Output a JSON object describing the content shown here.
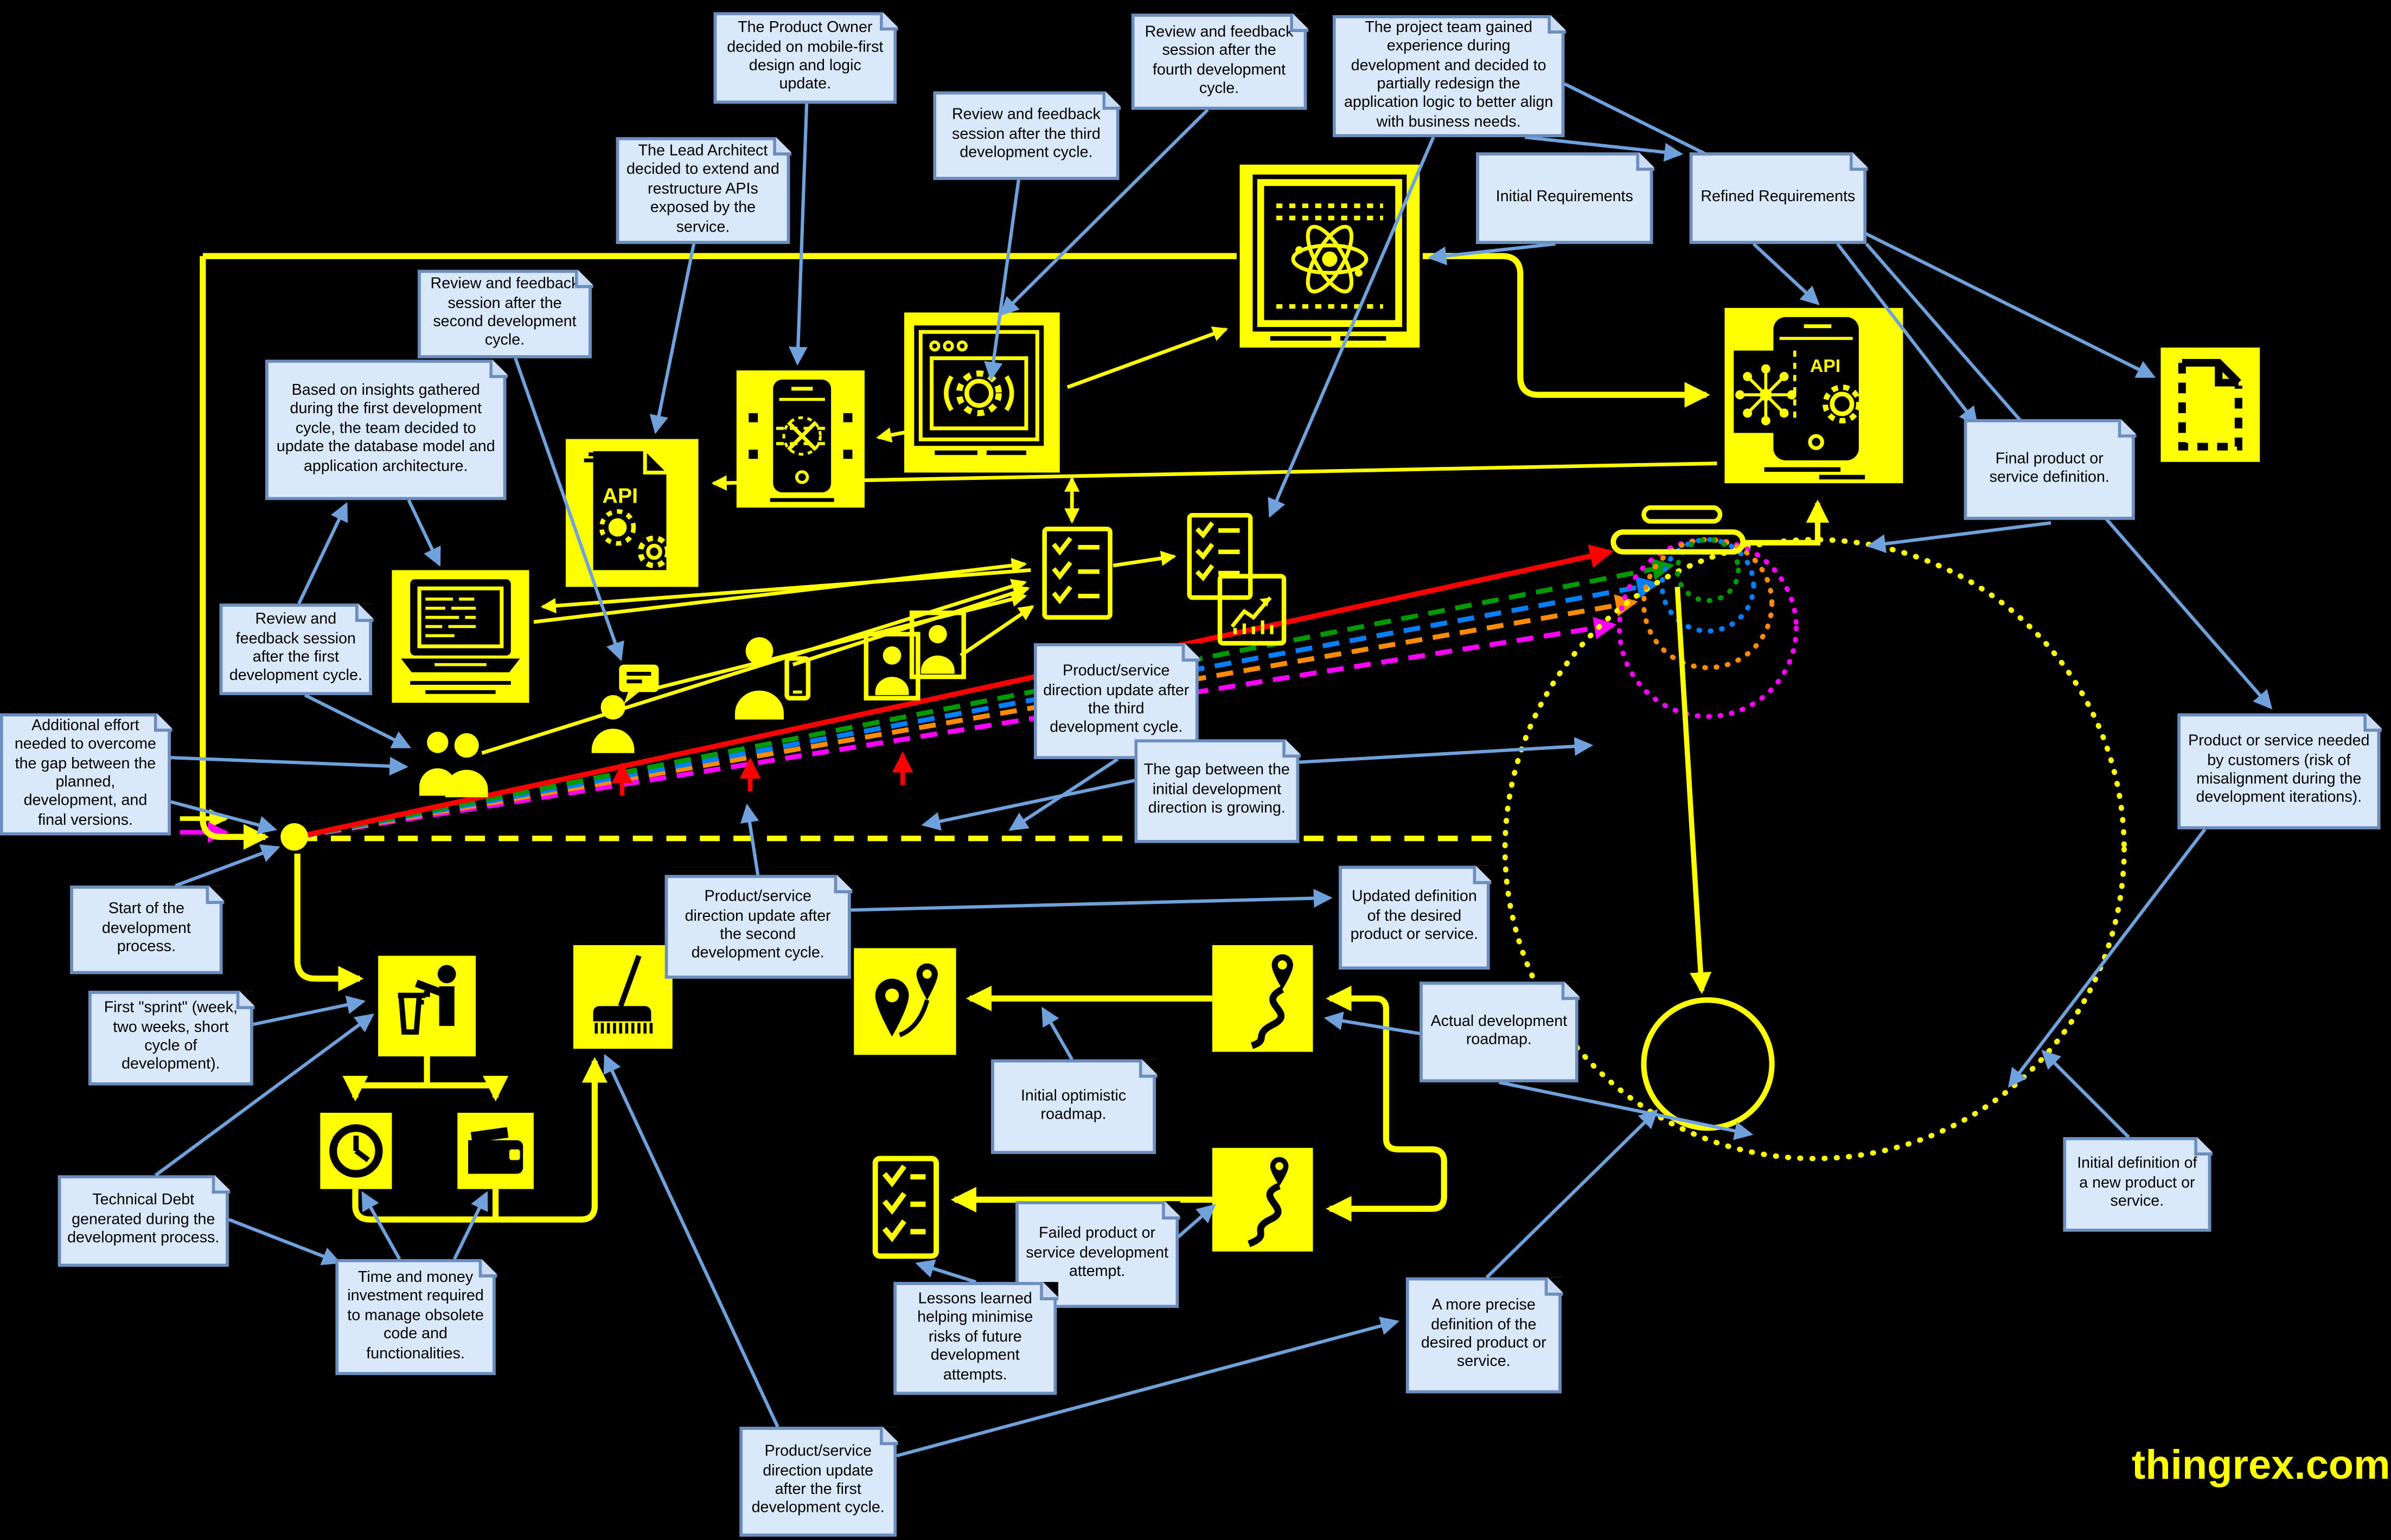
{
  "brand": "thingrex.com",
  "api_label": "API",
  "colors": {
    "background": "#000000",
    "accent_yellow": "#FFFF00",
    "note_fill": "#DAE8FC",
    "note_border": "#6C8EBF",
    "connector_blue": "#6FA2DC",
    "direction_red": "#FF0000",
    "direction_green": "#009900",
    "direction_blue": "#0080FF",
    "direction_orange": "#FF8C00",
    "direction_magenta": "#FF00FF"
  },
  "icon_names": [
    "atom-browser-icon",
    "gear-browser-icon",
    "phone-design-icon",
    "api-document-icon",
    "laptop-code-icon",
    "checklist-icon",
    "checklist-chart-icon",
    "phone-api-icon",
    "draft-document-icon",
    "trash-person-icon",
    "broom-icon",
    "clock-icon",
    "wallet-icon",
    "map-pins-icon",
    "route-pin-icon",
    "route-snake-icon",
    "lessons-checklist-icon",
    "two-people-icon",
    "person-speech-icon",
    "person-phone-icon",
    "user-photos-icon",
    "start-dot",
    "target-circles",
    "final-product-circle"
  ],
  "notes": [
    {
      "id": "product-owner",
      "text": "The Product Owner decided on mobile-first design and logic update."
    },
    {
      "id": "lead-architect",
      "text": "The Lead Architect decided to extend and restructure APIs exposed by the service."
    },
    {
      "id": "review-second",
      "text": "Review and feedback session after the second development cycle."
    },
    {
      "id": "based-insights",
      "text": "Based on insights gathered during the first development cycle, the team decided to update the database model and application architecture."
    },
    {
      "id": "review-first",
      "text": "Review and feedback session after the first development cycle."
    },
    {
      "id": "additional-effort",
      "text": "Additional effort needed to overcome the gap between the planned, development, and final versions."
    },
    {
      "id": "review-third",
      "text": "Review and feedback session after the third development cycle."
    },
    {
      "id": "review-fourth",
      "text": "Review and feedback session after the fourth development cycle."
    },
    {
      "id": "project-team",
      "text": "The project team gained experience during development and decided to partially redesign the application logic to better align with business needs."
    },
    {
      "id": "initial-requirements",
      "text": "Initial Requirements"
    },
    {
      "id": "refined-requirements",
      "text": "Refined Requirements"
    },
    {
      "id": "final-definition",
      "text": "Final product or service definition."
    },
    {
      "id": "product-needed",
      "text": "Product or service needed by customers (risk of misalignment during the development iterations)."
    },
    {
      "id": "psd-update-third",
      "text": "Product/service direction update after the third development cycle."
    },
    {
      "id": "gap-growing",
      "text": "The gap between the initial development direction is growing."
    },
    {
      "id": "psd-update-second",
      "text": "Product/service direction update after the second development cycle."
    },
    {
      "id": "updated-definition",
      "text": "Updated definition of the desired product or service."
    },
    {
      "id": "actual-roadmap",
      "text": "Actual development roadmap."
    },
    {
      "id": "initial-optimistic",
      "text": "Initial optimistic roadmap."
    },
    {
      "id": "failed-attempt",
      "text": "Failed product or service development attempt."
    },
    {
      "id": "lessons-learned",
      "text": "Lessons learned helping minimise risks of future development attempts."
    },
    {
      "id": "more-precise",
      "text": "A more precise definition of the desired product or service."
    },
    {
      "id": "start-process",
      "text": "Start of the development process."
    },
    {
      "id": "first-sprint",
      "text": "First \"sprint\" (week, two weeks, short cycle of development)."
    },
    {
      "id": "technical-debt",
      "text": "Technical Debt generated during the development process."
    },
    {
      "id": "time-money",
      "text": "Time and money investment required to manage obsolete code and functionalities."
    },
    {
      "id": "initial-definition",
      "text": "Initial definition of a new product or service."
    },
    {
      "id": "psd-update-first",
      "text": "Product/service direction update after the first development cycle."
    }
  ]
}
